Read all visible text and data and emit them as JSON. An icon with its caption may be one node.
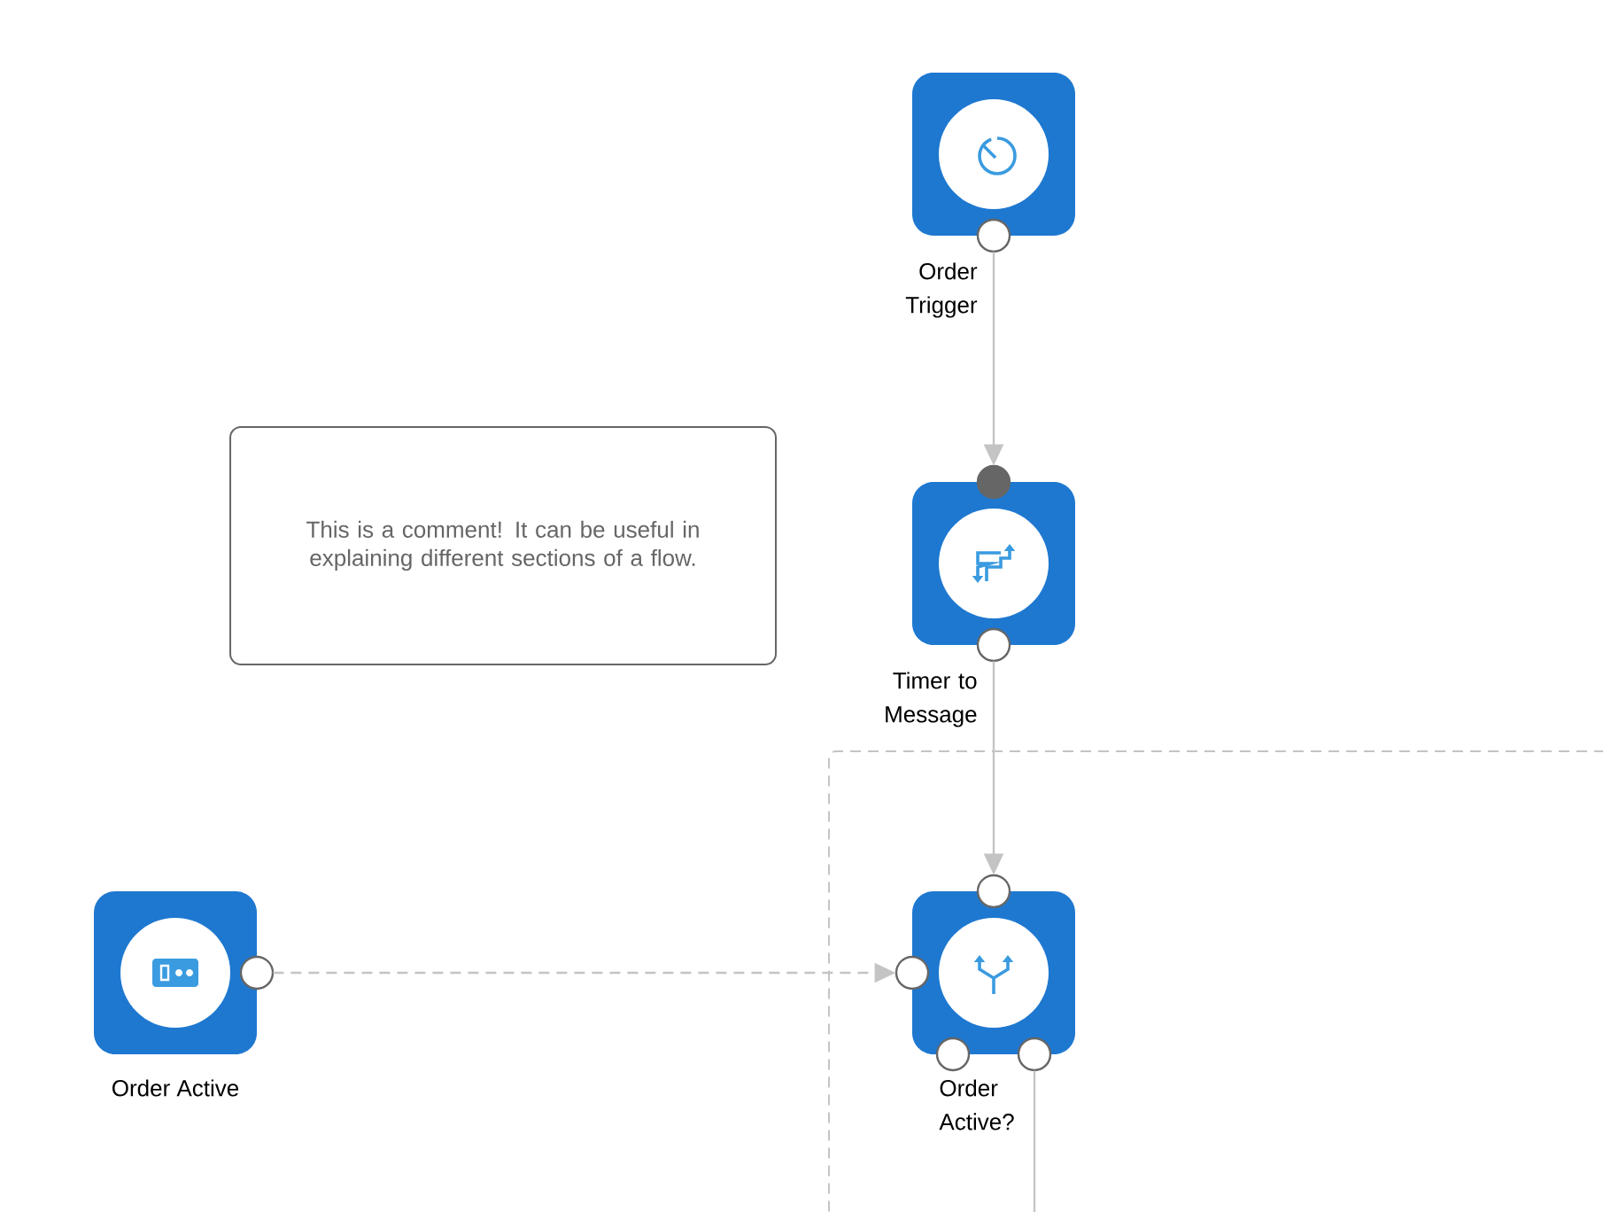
{
  "diagram": {
    "nodes": [
      {
        "text": [
          "Order Trigger"
        ]
      },
      {
        "text": [
          "This is a comment! It can be useful in explaining different sections of a flow."
        ]
      },
      {
        "text": [
          "Timer to Message"
        ]
      },
      {
        "text": [],
        "shape": "box"
      },
      {
        "text": [
          "Order Active"
        ]
      },
      {
        "text": [
          "Order Active?"
        ],
        "in": 3
      }
    ],
    "edges": [
      {
        "from": 0,
        "to": 2,
        "arrow": "to"
      },
      {
        "from": 2,
        "to": 5,
        "arrow": "to"
      },
      {
        "from": 4,
        "to": 5,
        "arrow": "to",
        "style": "dashed"
      },
      {
        "from": 5,
        "to": null,
        "arrow": "none"
      }
    ]
  }
}
